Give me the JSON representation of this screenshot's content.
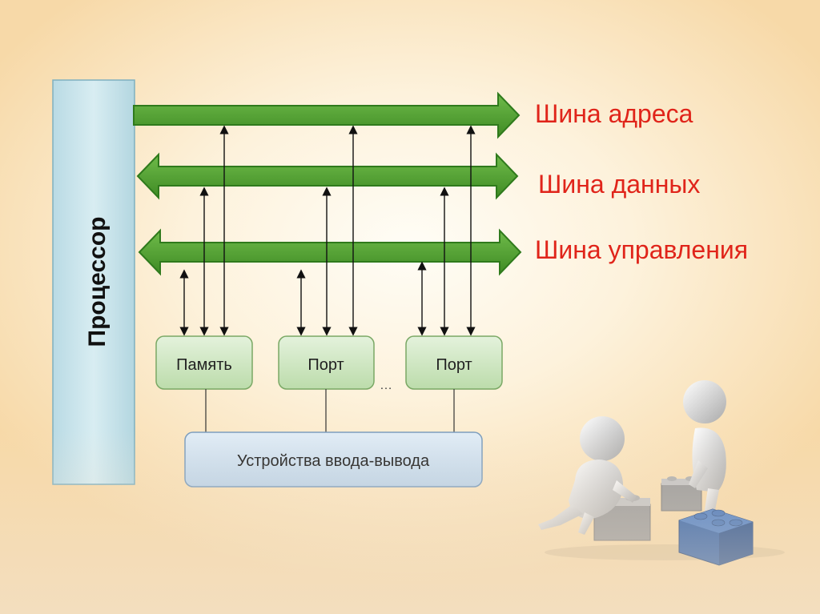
{
  "processor": {
    "label": "Процессор"
  },
  "buses": {
    "address": "Шина адреса",
    "data": "Шина данных",
    "control": "Шина управления"
  },
  "modules": {
    "memory": "Память",
    "port1": "Порт",
    "port2": "Порт",
    "ellipsis": "…"
  },
  "io": {
    "label": "Устройства ввода-вывода"
  },
  "colors": {
    "bus_fill": "#5aa33a",
    "bus_stroke": "#2f7a1c",
    "bus_label": "#e0241a",
    "processor_fill": "#cfe6ec",
    "module_fill": "#cfe6c4",
    "io_fill": "#cfe0ee"
  },
  "illustration": {
    "name": "figures-with-blocks"
  }
}
